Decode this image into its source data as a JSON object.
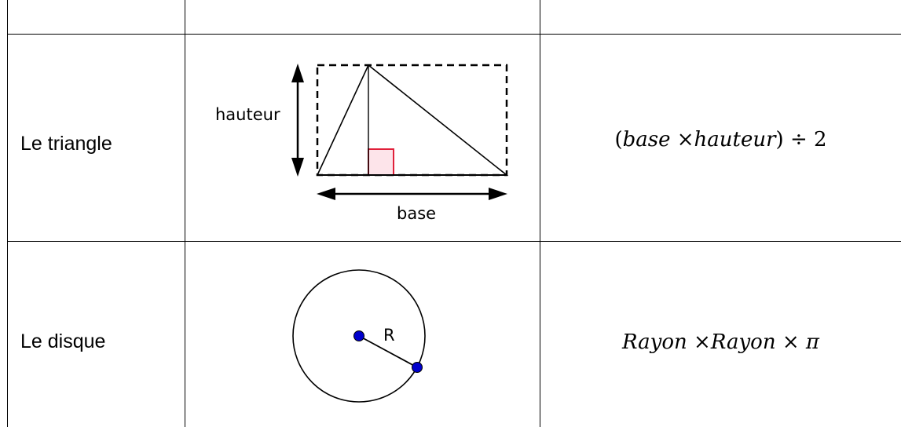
{
  "rows": [
    {
      "name": "Le triangle",
      "figure_labels": {
        "height": "hauteur",
        "base": "base"
      },
      "formula": {
        "open": "(",
        "var1": "base",
        "times": "×",
        "var2": "hauteur",
        "close": ")",
        "divide": "÷",
        "num": "2"
      }
    },
    {
      "name": "Le disque",
      "figure_labels": {
        "radius": "R"
      },
      "formula": {
        "var1": "Rayon",
        "times1": "×",
        "var2": "Rayon",
        "times2": "×",
        "pi": "π"
      }
    }
  ],
  "colors": {
    "grid": "#000000",
    "right_angle_stroke": "#e0203a",
    "right_angle_fill": "#fde4ea",
    "point_fill": "#0000cc"
  }
}
